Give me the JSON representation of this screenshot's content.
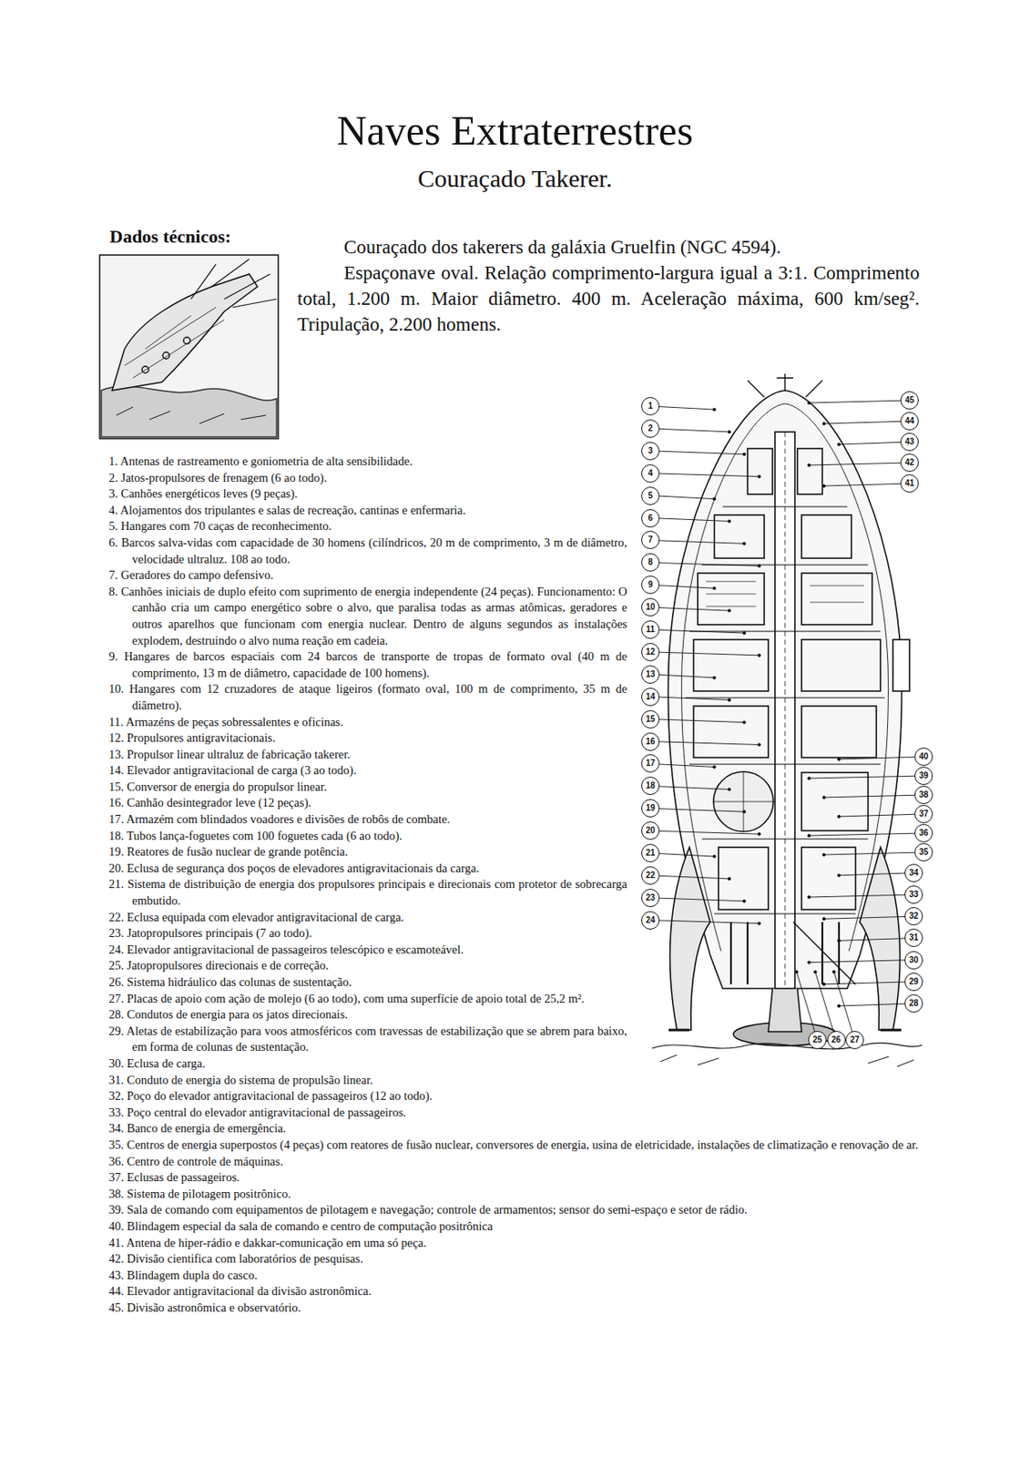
{
  "diagram": {
    "title": "Naves  Extraterrestres",
    "labels": [
      "Couraçado Takerer.",
      "Dados técnicos:",
      "Couraçado dos takerers da galáxia Gruelfin (NGC 4594).",
      "Espaçonave oval. Relação comprimento-largura igual a 3:1. Comprimento total, 1.200 m. Maior diâmetro. 400 m. Aceleração máxima, 600 km/seg². Tripulação, 2.200 homens.",
      "1. Antenas de rastreamento e goniometria de alta sensibilidade.",
      "2. Jatos-propulsores de frenagem (6 ao todo).",
      "3. Canhões energéticos leves (9 peças).",
      "4. Alojamentos dos tripulantes e salas de recreação, cantinas e enfermaria.",
      "5. Hangares com 70 caças de reconhecimento.",
      "6. Barcos salva-vidas com capacidade de 30 homens (cilíndricos, 20 m de comprimento, 3 m de diâmetro, velocidade ultraluz. 108 ao todo.",
      "7. Geradores do campo defensivo.",
      "8. Canhões iniciais de duplo efeito com suprimento de energia independente (24 peças). Funcionamento: O canhão cria um campo energético sobre o alvo, que paralisa todas as armas atômicas, geradores e outros aparelhos que funcionam com energia nuclear. Dentro de alguns segundos as instalações explodem, destruindo o alvo numa reação em cadeia.",
      "9. Hangares de barcos espaciais com 24 barcos de transporte de tropas de formato oval (40 m de comprimento, 13 m de diâmetro, capacidade de 100 homens).",
      "10. Hangares com 12 cruzadores de ataque ligeiros (formato oval, 100 m de comprimento, 35 m de diâmetro).",
      "11. Armazéns de peças sobressalentes e oficinas.",
      "12. Propulsores antigravitacionais.",
      "13. Propulsor linear ultraluz de fabricação takerer.",
      "14. Elevador antigravitacional de carga (3 ao todo).",
      "15. Conversor de energia do propulsor linear.",
      "16. Canhão desintegrador leve (12 peças).",
      "17. Armazém com blindados voadores e divisões de robôs de combate.",
      "18. Tubos lança-foguetes com 100 foguetes cada (6 ao todo).",
      "19. Reatores de fusão nuclear de grande potência.",
      "20. Eclusa de segurança dos poços de elevadores antigravitacionais da carga.",
      "21. Sistema de distribuição de energia dos propulsores principais e direcionais com protetor de sobrecarga embutido.",
      "22. Eclusa equipada com elevador antigravitacional de carga.",
      "23. Jatopropulsores principais (7 ao todo).",
      "24. Elevador antigravitacional de passageiros telescópico e escamoteável.",
      "25. Jatopropulsores direcionais e de correção.",
      "26. Sistema hidráulico das colunas de sustentação.",
      "27. Placas de apoio com ação de molejo (6 ao todo), com uma superfície de apoio total de 25,2 m².",
      "28. Condutos de energia para os jatos direcionais.",
      "29. Aletas de estabilização para voos atmosféricos com travessas de estabilização que se abrem para baixo, em forma de colunas de sustentação.",
      "30. Eclusa de carga.",
      "31. Conduto de energia do sistema de propulsão linear.",
      "32. Poço do elevador antigravitacional de passageiros (12 ao todo).",
      "33. Poço central do elevador antigravitacional de passageiros.",
      "34. Banco de energia de emergência.",
      "35. Centros de energia superpostos (4 peças) com reatores de fusão nuclear, conversores de energia, usina de eletricidade, instalações de climatização e renovação de ar.",
      "36. Centro de controle de máquinas.",
      "37. Eclusas de passageiros.",
      "38. Sistema de pilotagem positrônico.",
      "39. Sala de comando com equipamentos de pilotagem e navegação; controle de armamentos; sensor do semi-espaço e setor de rádio.",
      "40. Blindagem especial da sala de comando e centro de computação positrônica",
      "41. Antena de hiper-rádio e dakkar-comunicação em uma só peça.",
      "42. Divisão cientifica com laboratórios de pesquisas.",
      "43. Blindagem dupla do casco.",
      "44. Elevador antigravitacional da divisão astronômica.",
      "45. Divisão astronômica e observatório.",
      "1",
      "2",
      "3",
      "4",
      "5",
      "6",
      "7",
      "8",
      "9",
      "10",
      "11",
      "12",
      "13",
      "14",
      "15",
      "16",
      "17",
      "18",
      "19",
      "20",
      "21",
      "22",
      "23",
      "24",
      "25",
      "26",
      "27",
      "28",
      "29",
      "30",
      "31",
      "32",
      "33",
      "34",
      "35",
      "36",
      "37",
      "38",
      "39",
      "40",
      "41",
      "42",
      "43",
      "44",
      "45"
    ]
  }
}
